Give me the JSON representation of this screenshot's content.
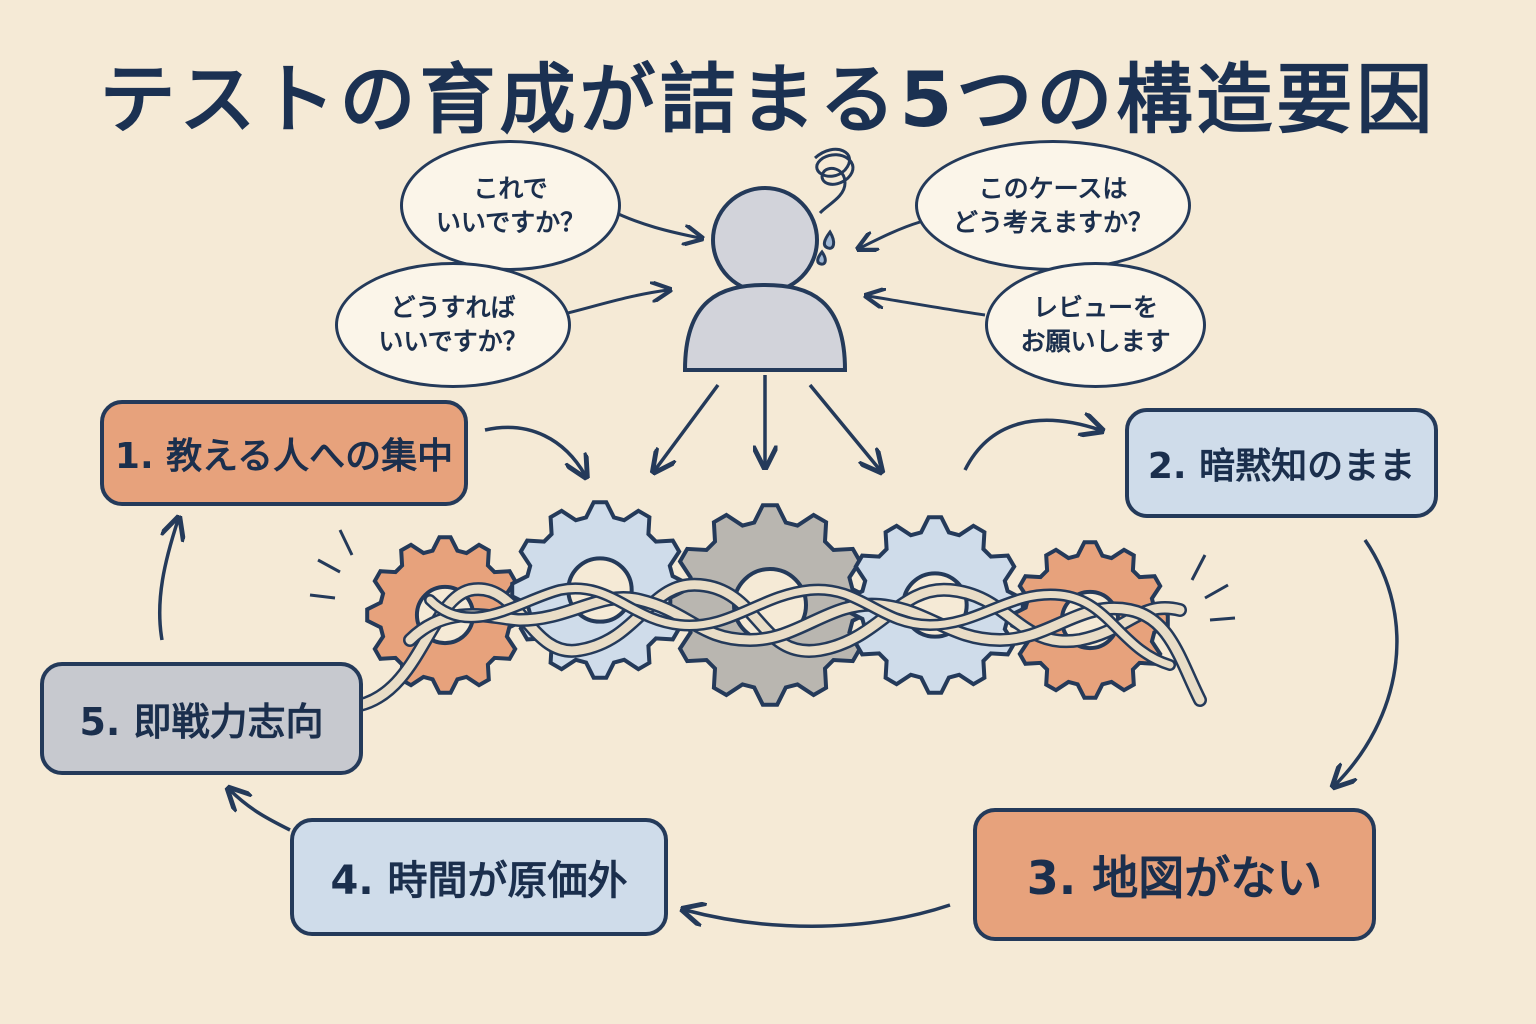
{
  "title": "テストの育成が詰まる5つの構造要因",
  "bubbles": [
    {
      "text": "これで\nいいですか？"
    },
    {
      "text": "このケースは\nどう考えますか？"
    },
    {
      "text": "どうすれば\nいいですか？"
    },
    {
      "text": "レビューを\nお願いします"
    }
  ],
  "factors": [
    {
      "label": "1. 教える人への集中",
      "color": "orange"
    },
    {
      "label": "2. 暗黙知のまま",
      "color": "blue"
    },
    {
      "label": "3. 地図がない",
      "color": "orange"
    },
    {
      "label": "4. 時間が原価外",
      "color": "blue"
    },
    {
      "label": "5. 即戦力志向",
      "color": "gray"
    }
  ],
  "colors": {
    "background": "#f5ead6",
    "ink": "#1d3557",
    "orange": "#e7a27c",
    "blue": "#cfdcea",
    "gray": "#c7c9cf"
  }
}
